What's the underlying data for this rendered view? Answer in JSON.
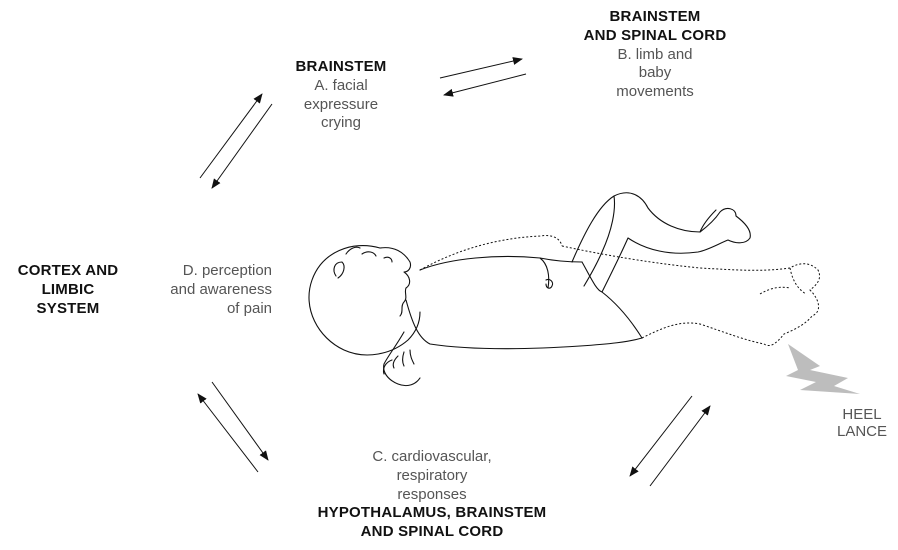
{
  "nodes": {
    "A": {
      "region": "BRAINSTEM",
      "lines": [
        "A. facial",
        "expressure",
        "crying"
      ]
    },
    "B": {
      "region_lines": [
        "BRAINSTEM",
        "AND SPINAL CORD"
      ],
      "lines": [
        "B. limb and",
        "baby",
        "movements"
      ]
    },
    "C": {
      "lines": [
        "C. cardiovascular,",
        "respiratory",
        "responses"
      ],
      "region_lines": [
        "HYPOTHALAMUS, BRAINSTEM",
        "AND SPINAL CORD"
      ]
    },
    "D": {
      "region_lines": [
        "CORTEX AND",
        "LIMBIC",
        "SYSTEM"
      ],
      "lines": [
        "D. perception",
        "and awareness",
        "of pain"
      ]
    }
  },
  "stimulus": {
    "lines": [
      "HEEL",
      "LANCE"
    ],
    "color": "#bdbdbd"
  },
  "colors": {
    "region": "#111111",
    "response": "#555555",
    "arrow": "#111111"
  }
}
